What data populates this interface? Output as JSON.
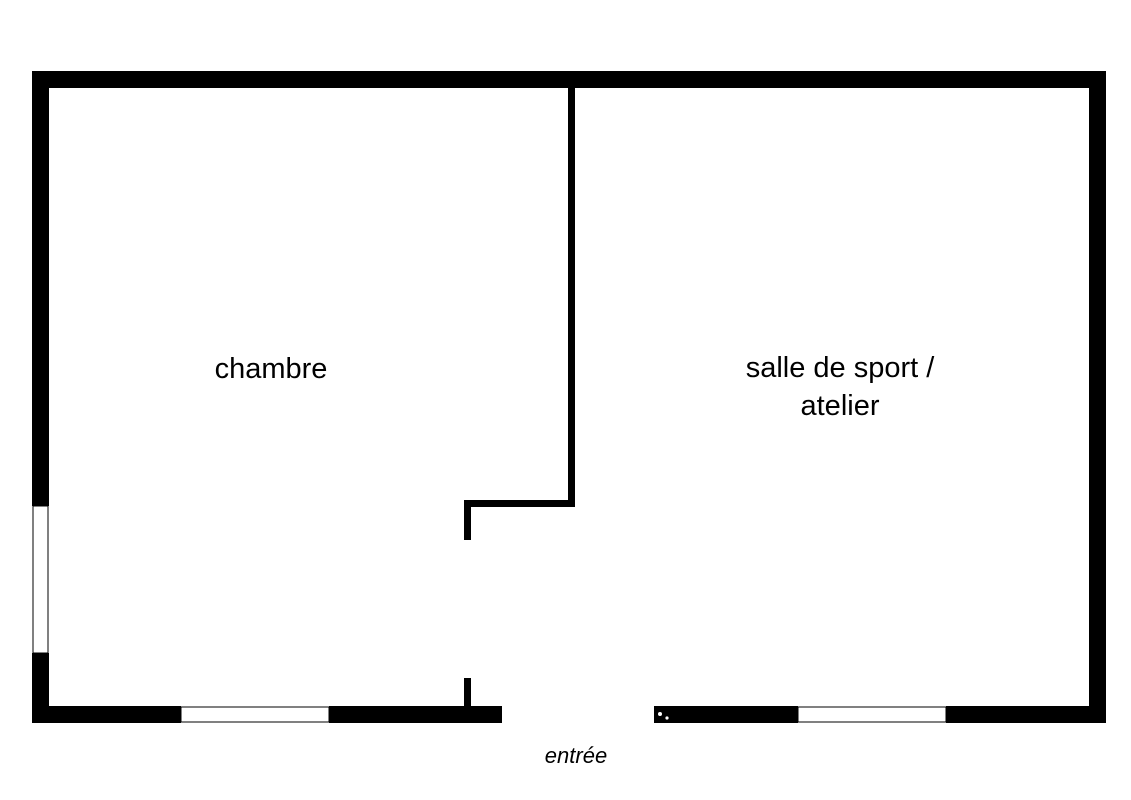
{
  "floorplan": {
    "rooms": [
      {
        "id": "chambre",
        "label_lines": [
          "chambre"
        ]
      },
      {
        "id": "salle-de-sport",
        "label_lines": [
          "salle de sport /",
          "atelier"
        ]
      }
    ],
    "entrance": {
      "label": "entrée"
    },
    "colors": {
      "wall": "#000000",
      "window": "#ffffff",
      "background": "#ffffff"
    }
  }
}
